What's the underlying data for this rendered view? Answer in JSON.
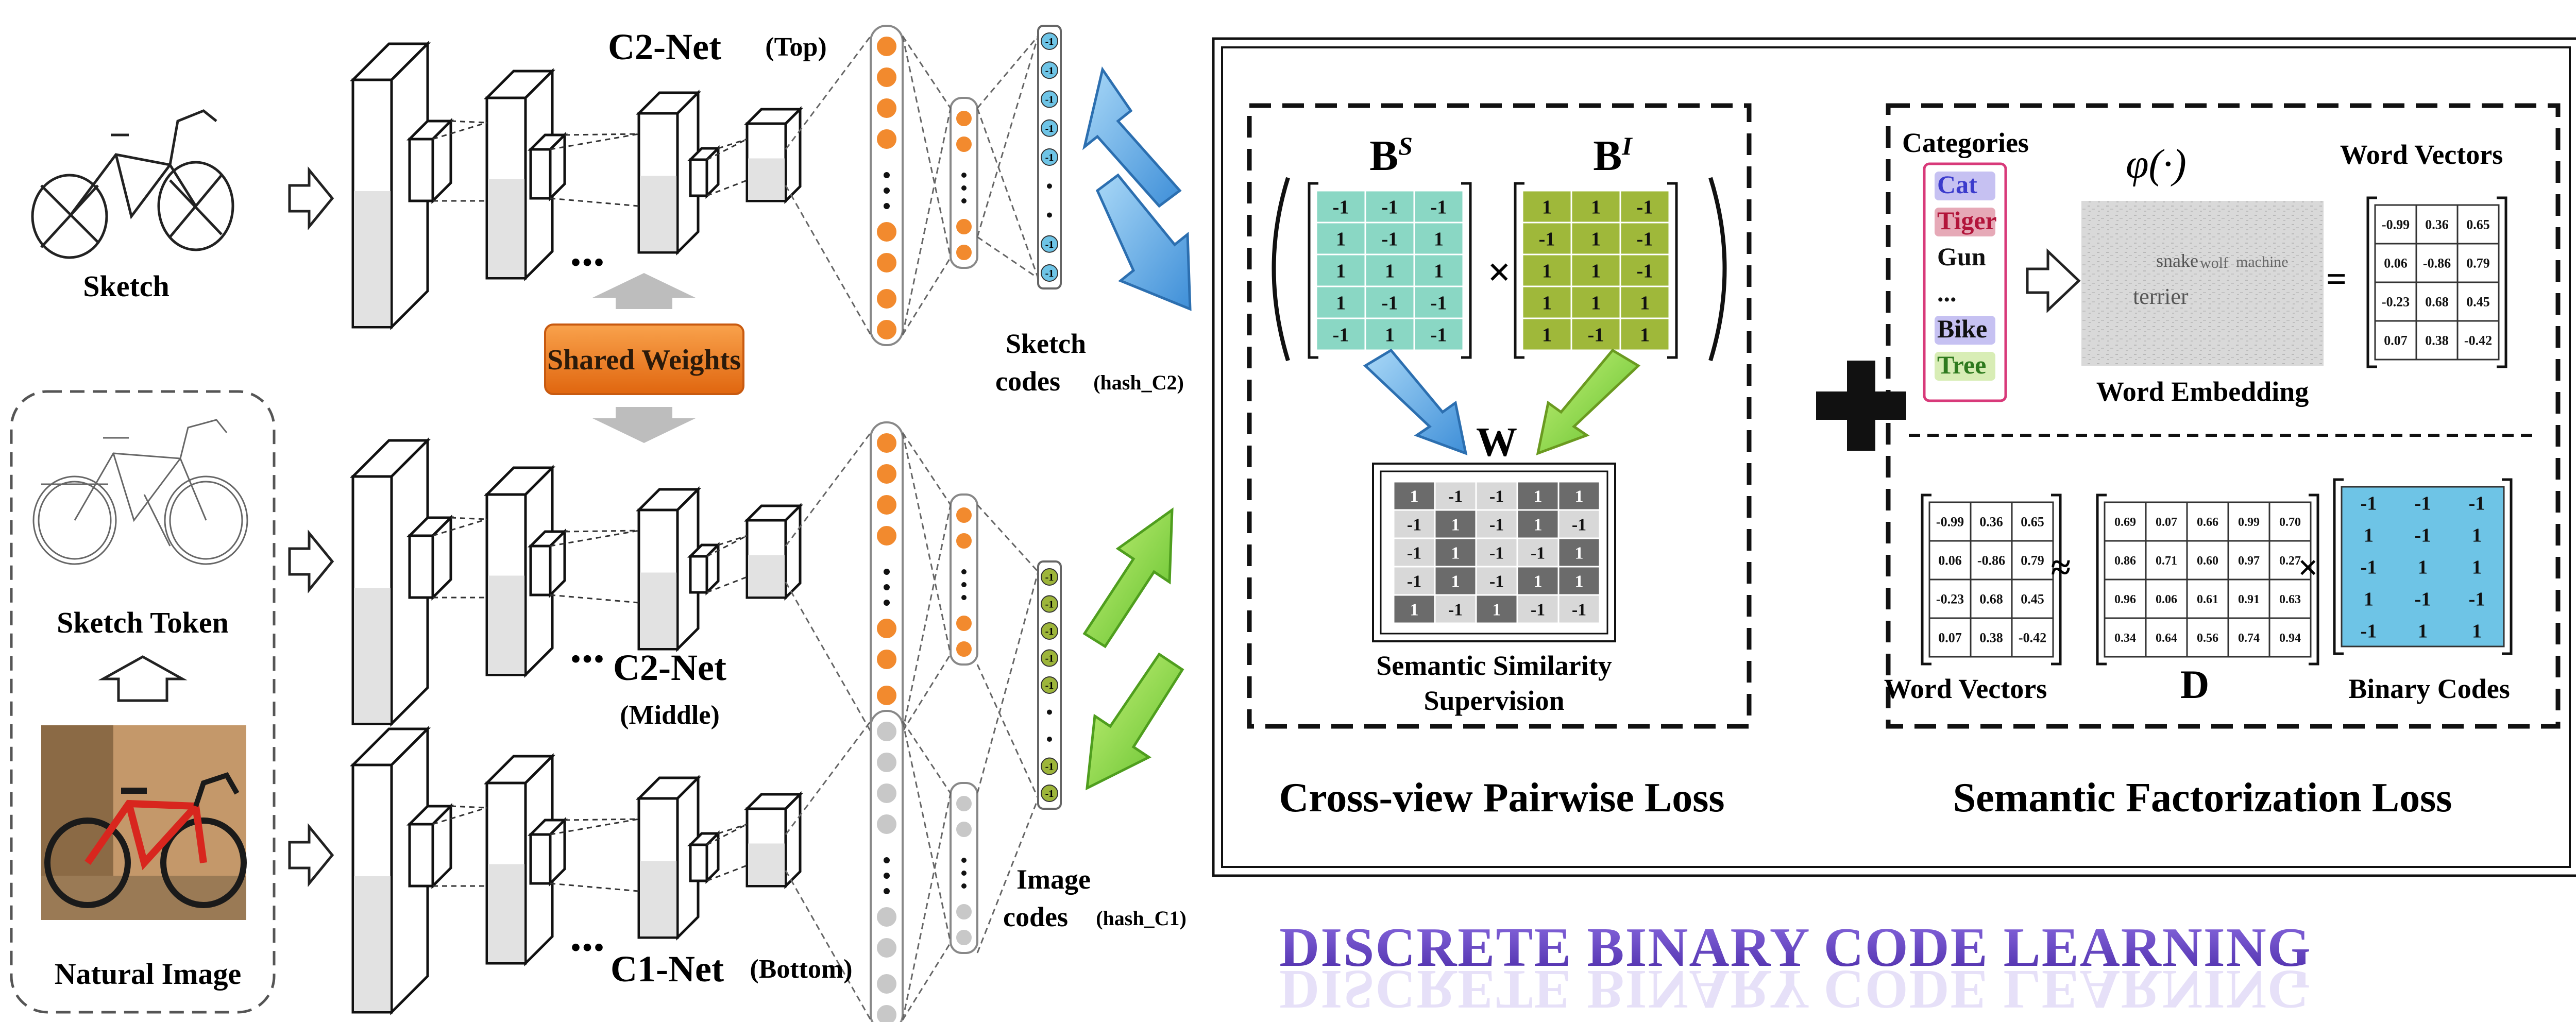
{
  "colors": {
    "orange_node": "#f28a2e",
    "gray_node": "#c8c8c8",
    "blue_code": "#6ec4e6",
    "green_code": "#9db53a",
    "shared_weights": "#f07b1e",
    "bs_matrix": "#8ad7c4",
    "bi_matrix": "#9fb83a",
    "blue_arrow": "#69b4ea",
    "green_arrow": "#8fd844",
    "title_purple": "#6a3fc8"
  },
  "left": {
    "sketch_label": "Sketch",
    "sketch_token_label": "Sketch Token",
    "natural_image_label": "Natural Image",
    "net_top": {
      "name": "C2-Net",
      "sub": "(Top)"
    },
    "net_middle": {
      "name": "C2-Net",
      "sub": "(Middle)"
    },
    "net_bottom": {
      "name": "C1-Net",
      "sub": "(Bottom)"
    },
    "shared_weights": "Shared Weights",
    "ellipsis": "...",
    "sketch_codes_line1": "Sketch",
    "sketch_codes_line2": "codes",
    "sketch_codes_hash": "(hash_C2)",
    "image_codes_line1": "Image",
    "image_codes_line2": "codes",
    "image_codes_hash": "(hash_C1)",
    "code_value": "-1"
  },
  "pairwise": {
    "bs_label": "B",
    "bs_sup": "S",
    "bi_label": "B",
    "bi_sup": "I",
    "times": "×",
    "w_label": "W",
    "bs_cells": [
      [
        "-1",
        "-1",
        "-1"
      ],
      [
        "1",
        "-1",
        "1"
      ],
      [
        "1",
        "1",
        "1"
      ],
      [
        "1",
        "-1",
        "-1"
      ],
      [
        "-1",
        "1",
        "-1"
      ]
    ],
    "bi_cells": [
      [
        "1",
        "1",
        "-1"
      ],
      [
        "-1",
        "1",
        "-1"
      ],
      [
        "1",
        "1",
        "-1"
      ],
      [
        "1",
        "1",
        "1"
      ],
      [
        "1",
        "-1",
        "1"
      ]
    ],
    "w_cells": [
      [
        "1",
        "-1",
        "-1",
        "1",
        "1"
      ],
      [
        "-1",
        "1",
        "-1",
        "1",
        "-1"
      ],
      [
        "-1",
        "1",
        "-1",
        "-1",
        "1"
      ],
      [
        "-1",
        "1",
        "-1",
        "1",
        "1"
      ],
      [
        "1",
        "-1",
        "1",
        "-1",
        "-1"
      ]
    ],
    "supervision_line1": "Semantic Similarity",
    "supervision_line2": "Supervision",
    "caption": "Cross-view Pairwise Loss"
  },
  "plus_sign": "+",
  "factorization": {
    "categories_title": "Categories",
    "categories": [
      "Cat",
      "Tiger",
      "Gun",
      "...",
      "Bike",
      "Tree"
    ],
    "phi": "φ(·)",
    "word_embedding": "Word Embedding",
    "cloud_words": [
      "snake",
      "terrier",
      "machine",
      "wolf"
    ],
    "word_vectors_title": "Word Vectors",
    "equals": "=",
    "approx": "≈",
    "times": "×",
    "wv_cells": [
      [
        "-0.99",
        "0.36",
        "0.65"
      ],
      [
        "0.06",
        "-0.86",
        "0.79"
      ],
      [
        "-0.23",
        "0.68",
        "0.45"
      ],
      [
        "0.07",
        "0.38",
        "-0.42"
      ]
    ],
    "d_cells": [
      [
        "0.69",
        "0.07",
        "0.66",
        "0.99",
        "0.70"
      ],
      [
        "0.86",
        "0.71",
        "0.60",
        "0.97",
        "0.27"
      ],
      [
        "0.96",
        "0.06",
        "0.61",
        "0.91",
        "0.63"
      ],
      [
        "0.34",
        "0.64",
        "0.56",
        "0.74",
        "0.94"
      ]
    ],
    "bc_cells": [
      [
        "-1",
        "-1",
        "-1"
      ],
      [
        "1",
        "-1",
        "1"
      ],
      [
        "-1",
        "1",
        "1"
      ],
      [
        "1",
        "-1",
        "-1"
      ],
      [
        "-1",
        "1",
        "1"
      ]
    ],
    "word_vectors_label": "Word Vectors",
    "d_label": "D",
    "binary_codes_label": "Binary Codes",
    "caption": "Semantic Factorization Loss"
  },
  "big_title": "DISCRETE BINARY CODE LEARNING"
}
